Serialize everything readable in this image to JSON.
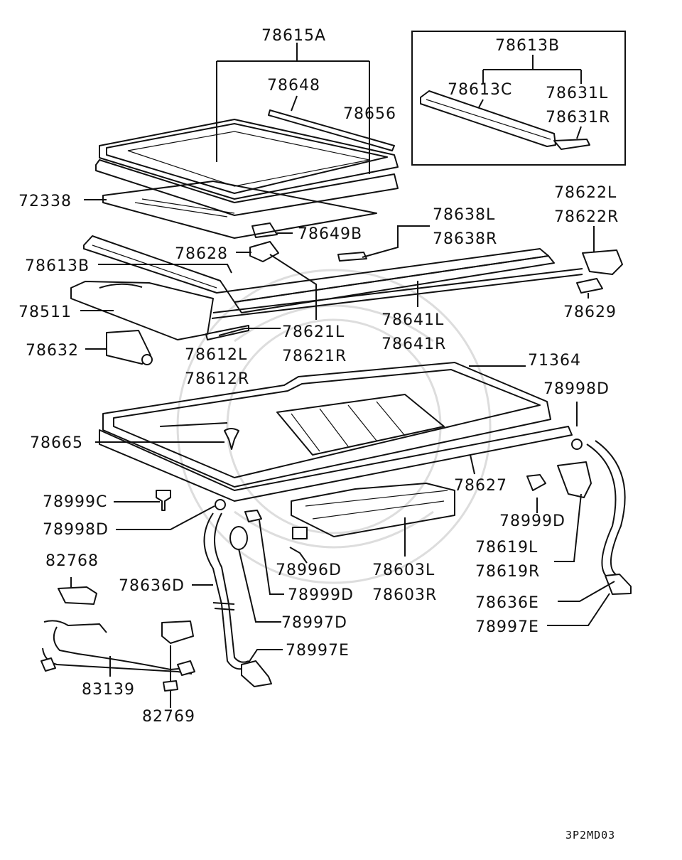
{
  "labels": {
    "p78615A": "78615A",
    "p78648": "78648",
    "p78656": "78656",
    "p72338": "72338",
    "p78649B": "78649B",
    "p78628": "78628",
    "p78613B_left": "78613B",
    "p78511": "78511",
    "p78632": "78632",
    "p78612L": "78612L",
    "p78612R": "78612R",
    "p78621L": "78621L",
    "p78621R": "78621R",
    "p78638L": "78638L",
    "p78638R": "78638R",
    "p78641L": "78641L",
    "p78641R": "78641R",
    "p78622L": "78622L",
    "p78622R": "78622R",
    "p78629": "78629",
    "p71364": "71364",
    "p78998D_right": "78998D",
    "p78665": "78665",
    "p78627": "78627",
    "p78999C": "78999C",
    "p78998D_left": "78998D",
    "p78999D_right": "78999D",
    "p78619L": "78619L",
    "p78619R": "78619R",
    "p82768": "82768",
    "p78636D": "78636D",
    "p78996D": "78996D",
    "p78603L": "78603L",
    "p78603R": "78603R",
    "p78999D_mid": "78999D",
    "p78636E": "78636E",
    "p78997D": "78997D",
    "p78997E_right": "78997E",
    "p78997E_left": "78997E",
    "p83139": "83139",
    "p82769": "82769"
  },
  "inset": {
    "p78613B": "78613B",
    "p78613C": "78613C",
    "p78631L": "78631L",
    "p78631R": "78631R"
  },
  "diagram_code": "3P2MD03"
}
